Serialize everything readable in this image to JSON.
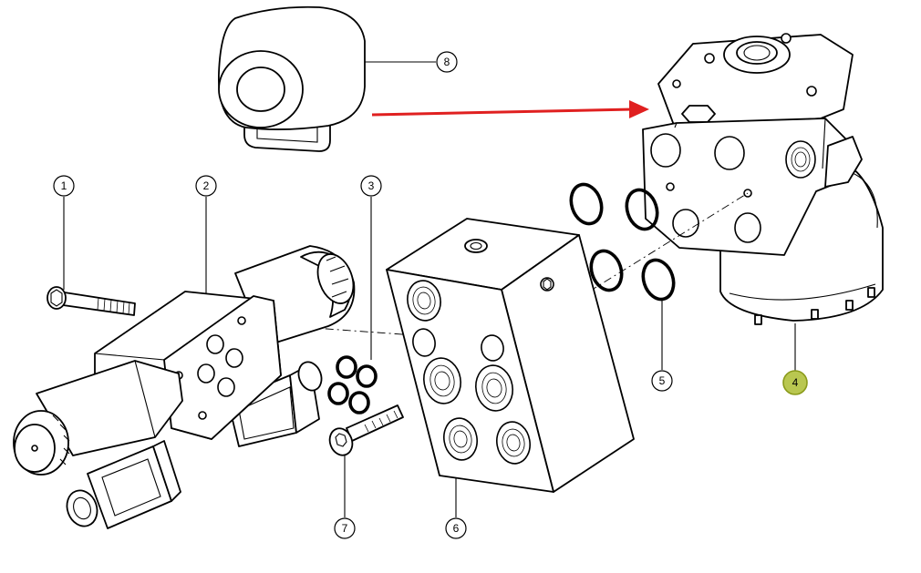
{
  "diagram": {
    "callouts": [
      {
        "id": "1",
        "label": "1",
        "highlight": false
      },
      {
        "id": "2",
        "label": "2",
        "highlight": false
      },
      {
        "id": "3",
        "label": "3",
        "highlight": false
      },
      {
        "id": "4",
        "label": "4",
        "highlight": true
      },
      {
        "id": "5",
        "label": "5",
        "highlight": false
      },
      {
        "id": "6",
        "label": "6",
        "highlight": false
      },
      {
        "id": "7",
        "label": "7",
        "highlight": false
      },
      {
        "id": "8",
        "label": "8",
        "highlight": false
      }
    ],
    "colors": {
      "pointer_arrow": "#e02020",
      "highlight_fill": "#b9c750",
      "line": "#000000",
      "background": "#ffffff"
    }
  }
}
